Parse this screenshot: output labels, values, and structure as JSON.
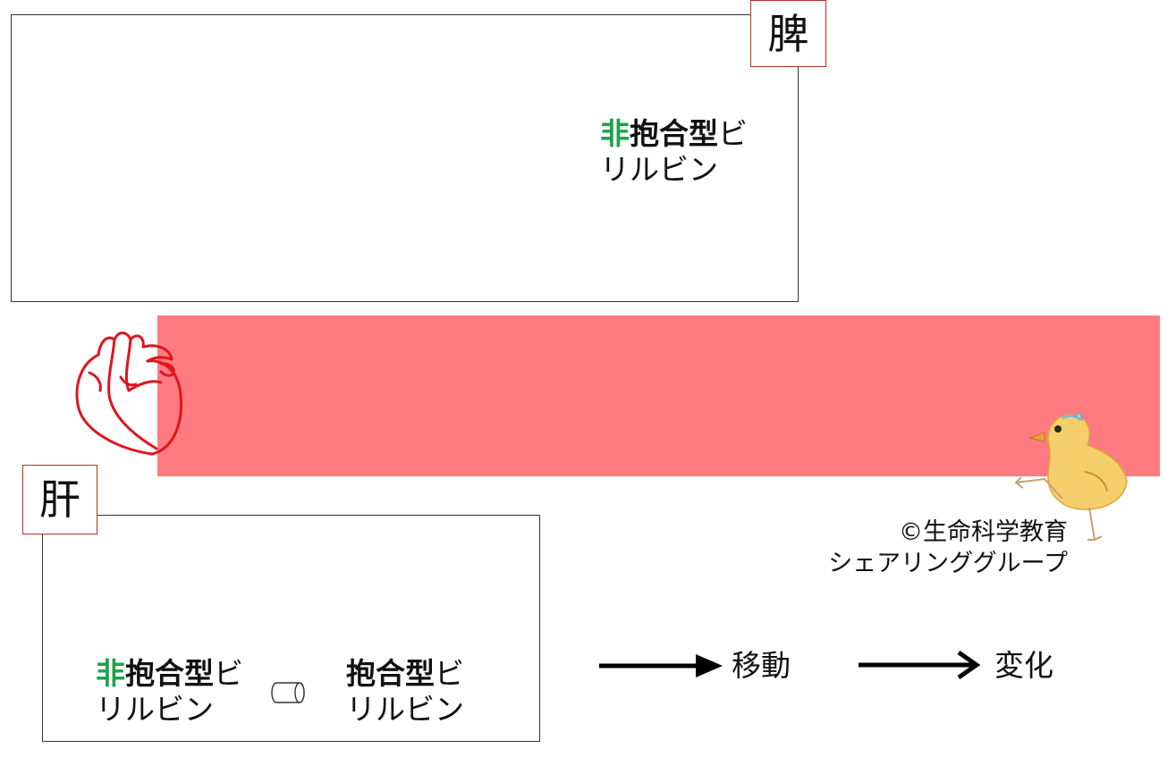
{
  "spleen": {
    "tag": "脾",
    "bilirubin": {
      "prefix": "非",
      "bold": "抱合型",
      "rest": "ビ",
      "line2": "リルビン"
    }
  },
  "liver": {
    "tag": "肝",
    "unconjugated": {
      "prefix": "非",
      "bold": "抱合型",
      "rest": "ビ",
      "line2": "リルビン"
    },
    "conjugated": {
      "bold": "抱合型",
      "rest": "ビ",
      "line2": "リルビン"
    }
  },
  "legend": {
    "move_label": "移動",
    "change_label": "変化"
  },
  "copyright": {
    "line1": "©生命科学教育",
    "line2": "シェアリンググループ"
  },
  "colors": {
    "vessel": "#ff7b80",
    "heart": "#e0141e",
    "accent_green": "#1aa34a",
    "tag_border": "#b03030"
  },
  "icons": {
    "heart": "heart-icon",
    "chick": "chick-icon",
    "enzyme": "cylinder-icon"
  }
}
